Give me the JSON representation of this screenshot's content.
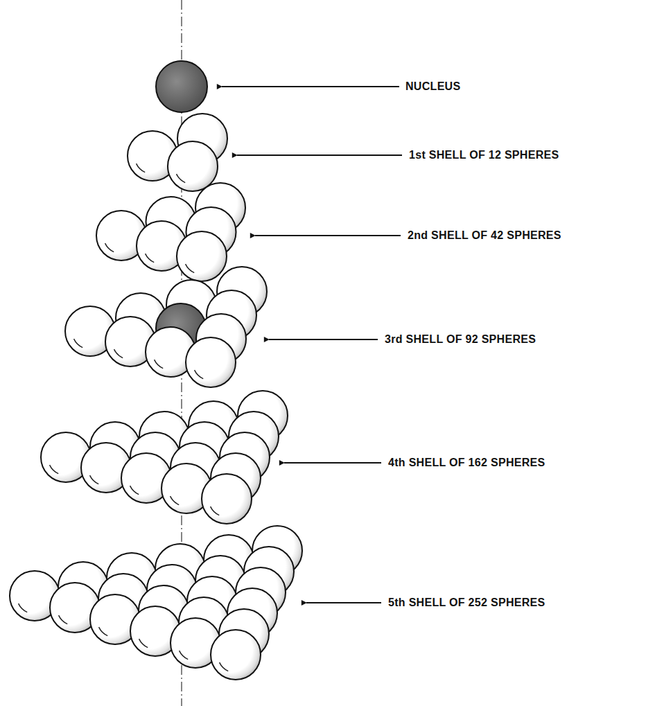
{
  "diagram": {
    "labels": [
      "NUCLEUS",
      "1st SHELL OF 12 SPHERES",
      "2nd SHELL OF 42 SPHERES",
      "3rd SHELL OF 92 SPHERES",
      "4th SHELL OF 162 SPHERES",
      "5th SHELL OF 252 SPHERES"
    ]
  }
}
